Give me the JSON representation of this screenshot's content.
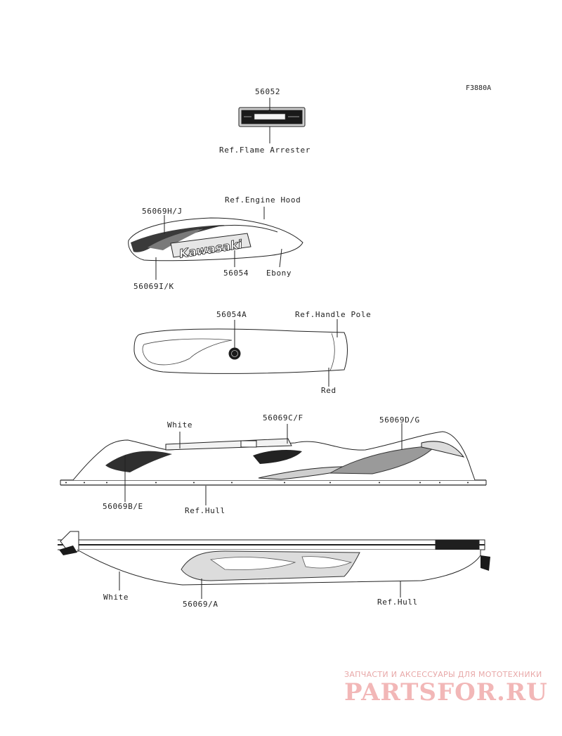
{
  "figure_code": "F3880A",
  "groups": {
    "arrester": {
      "part": "56052",
      "ref": "Ref.Flame Arrester"
    },
    "hood": {
      "ref": "Ref.Engine Hood",
      "part_hj": "56069H/J",
      "part_ik": "56069I/K",
      "part_main": "56054",
      "color": "Ebony",
      "logo_text": "Kawasaki"
    },
    "handle": {
      "part": "56054A",
      "ref": "Ref.Handle Pole",
      "color": "Red"
    },
    "hull_side": {
      "color": "White",
      "part_cf": "56069C/F",
      "part_dg": "56069D/G",
      "part_be": "56069B/E",
      "ref": "Ref.Hull"
    },
    "hull_bottom": {
      "color": "White",
      "part_a": "56069/A",
      "ref": "Ref.Hull"
    }
  },
  "watermark": {
    "tagline": "ЗАПЧАСТИ И АКСЕССУАРЫ ДЛЯ МОТОТЕХНИКИ",
    "logo": "PARTSFOR.RU"
  }
}
